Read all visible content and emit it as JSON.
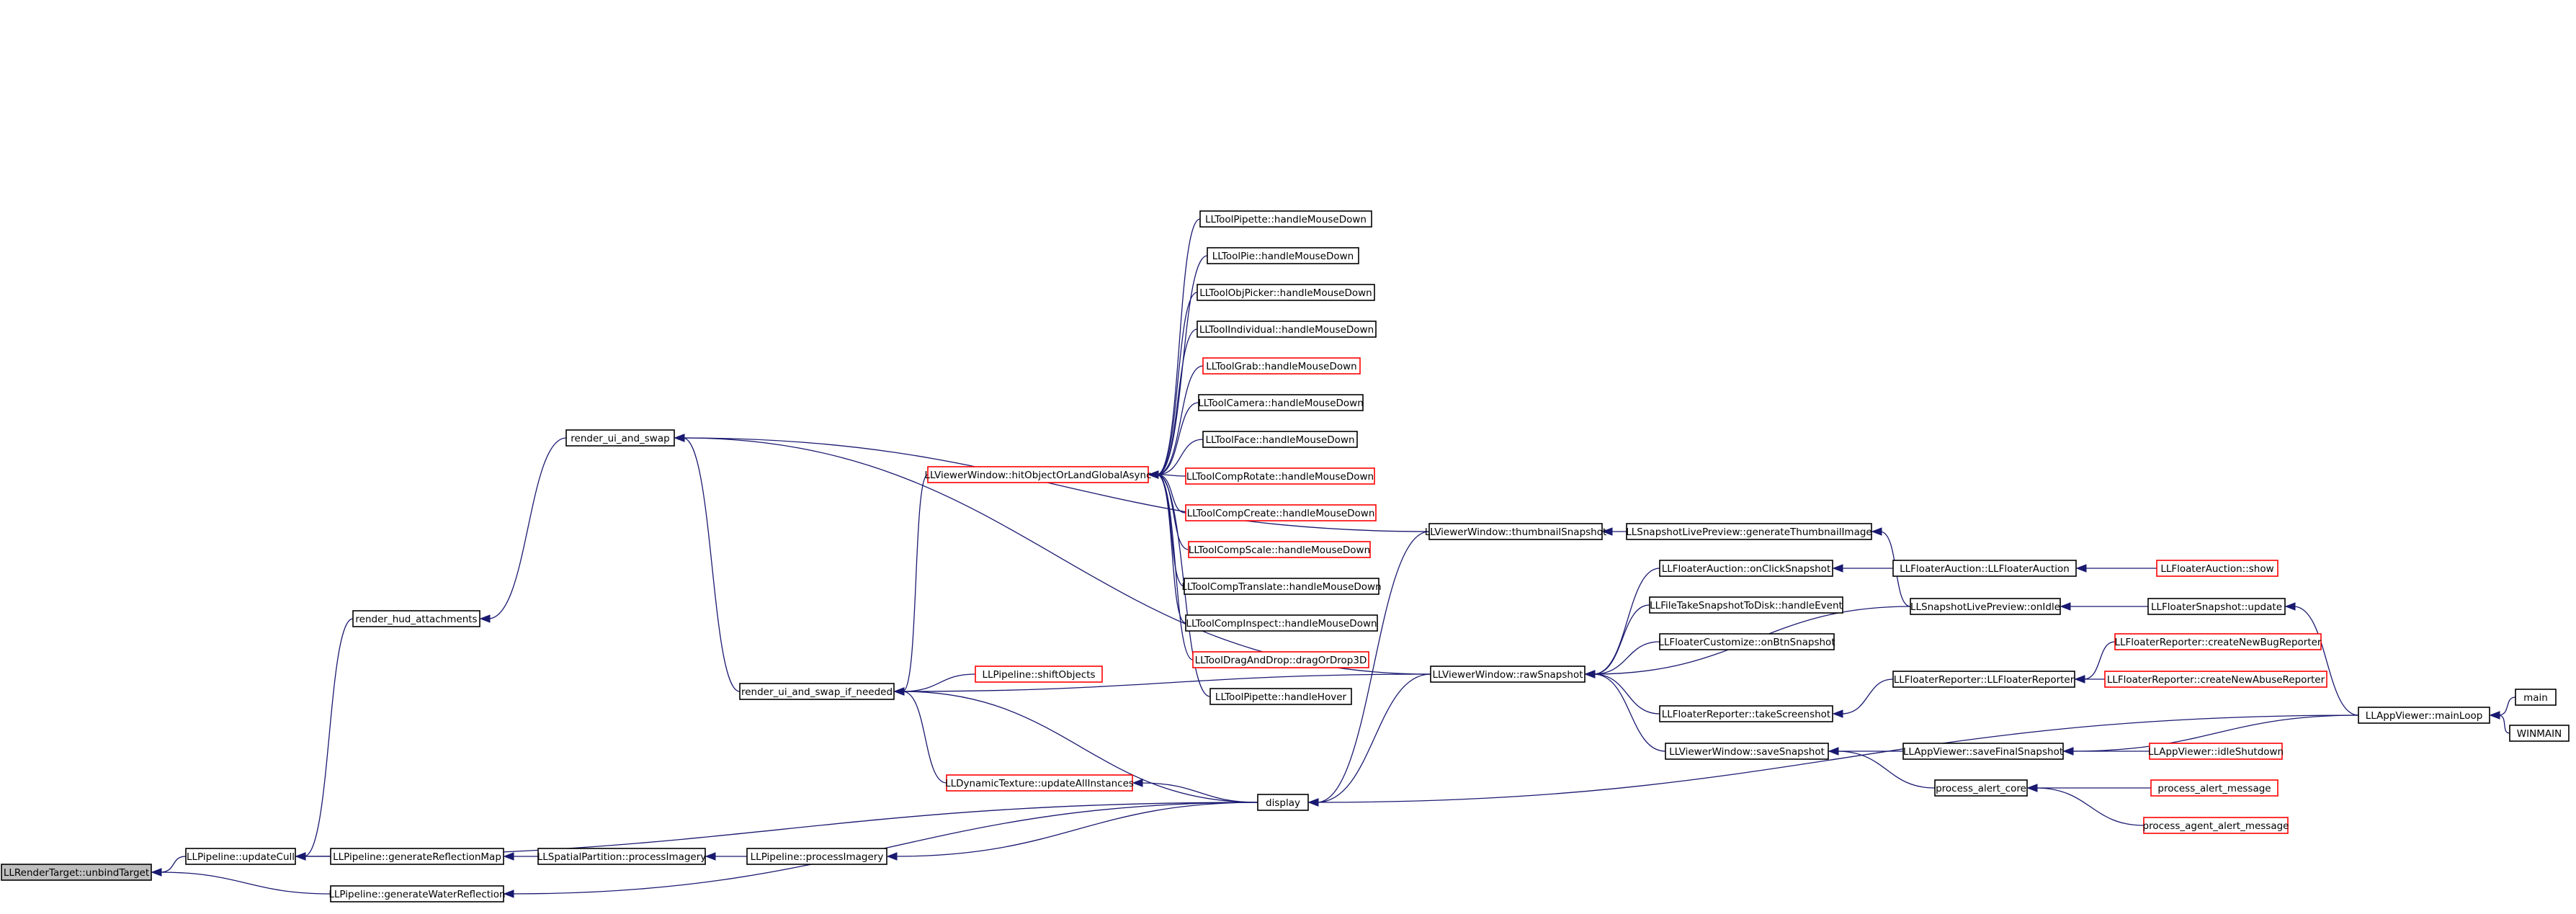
{
  "colors": {
    "edge": "#191970",
    "node_border": "#000000",
    "node_border_truncated": "#ff0000",
    "root_fill": "#bfbfbf",
    "node_fill": "#ffffff"
  },
  "nodes": [
    {
      "id": "n0",
      "label": "LLRenderTarget::unbindTarget",
      "kind": "root"
    },
    {
      "id": "n1",
      "label": "LLPipeline::updateCull",
      "kind": "normal"
    },
    {
      "id": "n2",
      "label": "LLPipeline::generateWaterReflection",
      "kind": "normal"
    },
    {
      "id": "n3",
      "label": "render_hud_attachments",
      "kind": "normal"
    },
    {
      "id": "n4",
      "label": "LLPipeline::generateReflectionMap",
      "kind": "normal"
    },
    {
      "id": "n5",
      "label": "LLSpatialPartition::processImagery",
      "kind": "normal"
    },
    {
      "id": "n6",
      "label": "LLPipeline::processImagery",
      "kind": "normal"
    },
    {
      "id": "n7",
      "label": "render_ui_and_swap",
      "kind": "normal"
    },
    {
      "id": "n8",
      "label": "render_ui_and_swap_if_needed",
      "kind": "normal"
    },
    {
      "id": "n9",
      "label": "LLViewerWindow::hitObjectOrLandGlobalAsync",
      "kind": "truncated"
    },
    {
      "id": "n10",
      "label": "LLPipeline::shiftObjects",
      "kind": "truncated"
    },
    {
      "id": "n11",
      "label": "LLDynamicTexture::updateAllInstances",
      "kind": "truncated"
    },
    {
      "id": "n12",
      "label": "display",
      "kind": "normal"
    },
    {
      "id": "n13",
      "label": "LLToolPipette::handleMouseDown",
      "kind": "normal"
    },
    {
      "id": "n14",
      "label": "LLToolPie::handleMouseDown",
      "kind": "normal"
    },
    {
      "id": "n15",
      "label": "LLToolObjPicker::handleMouseDown",
      "kind": "normal"
    },
    {
      "id": "n16",
      "label": "LLToolIndividual::handleMouseDown",
      "kind": "normal"
    },
    {
      "id": "n17",
      "label": "LLToolGrab::handleMouseDown",
      "kind": "truncated"
    },
    {
      "id": "n18",
      "label": "LLToolCamera::handleMouseDown",
      "kind": "normal"
    },
    {
      "id": "n19",
      "label": "LLToolFace::handleMouseDown",
      "kind": "normal"
    },
    {
      "id": "n20",
      "label": "LLToolCompRotate::handleMouseDown",
      "kind": "truncated"
    },
    {
      "id": "n21",
      "label": "LLToolCompCreate::handleMouseDown",
      "kind": "truncated"
    },
    {
      "id": "n22",
      "label": "LLToolCompScale::handleMouseDown",
      "kind": "truncated"
    },
    {
      "id": "n23",
      "label": "LLToolCompTranslate::handleMouseDown",
      "kind": "normal"
    },
    {
      "id": "n24",
      "label": "LLToolCompInspect::handleMouseDown",
      "kind": "normal"
    },
    {
      "id": "n25",
      "label": "LLToolDragAndDrop::dragOrDrop3D",
      "kind": "truncated"
    },
    {
      "id": "n26",
      "label": "LLToolPipette::handleHover",
      "kind": "normal"
    },
    {
      "id": "n27",
      "label": "LLViewerWindow::thumbnailSnapshot",
      "kind": "normal"
    },
    {
      "id": "n28",
      "label": "LLViewerWindow::rawSnapshot",
      "kind": "normal"
    },
    {
      "id": "n29",
      "label": "LLSnapshotLivePreview::generateThumbnailImage",
      "kind": "normal"
    },
    {
      "id": "n30",
      "label": "LLFloaterAuction::onClickSnapshot",
      "kind": "normal"
    },
    {
      "id": "n31",
      "label": "LLFileTakeSnapshotToDisk::handleEvent",
      "kind": "normal"
    },
    {
      "id": "n32",
      "label": "LLFloaterCustomize::onBtnSnapshot",
      "kind": "normal"
    },
    {
      "id": "n33",
      "label": "LLFloaterReporter::takeScreenshot",
      "kind": "normal"
    },
    {
      "id": "n34",
      "label": "LLViewerWindow::saveSnapshot",
      "kind": "normal"
    },
    {
      "id": "n35",
      "label": "LLFloaterAuction::LLFloaterAuction",
      "kind": "normal"
    },
    {
      "id": "n36",
      "label": "LLSnapshotLivePreview::onIdle",
      "kind": "normal"
    },
    {
      "id": "n37",
      "label": "LLFloaterReporter::LLFloaterReporter",
      "kind": "normal"
    },
    {
      "id": "n38",
      "label": "LLAppViewer::saveFinalSnapshot",
      "kind": "normal"
    },
    {
      "id": "n39",
      "label": "process_alert_core",
      "kind": "normal"
    },
    {
      "id": "n40",
      "label": "LLFloaterAuction::show",
      "kind": "truncated"
    },
    {
      "id": "n41",
      "label": "LLFloaterSnapshot::update",
      "kind": "normal"
    },
    {
      "id": "n42",
      "label": "LLFloaterReporter::createNewBugReporter",
      "kind": "truncated"
    },
    {
      "id": "n43",
      "label": "LLFloaterReporter::createNewAbuseReporter",
      "kind": "truncated"
    },
    {
      "id": "n44",
      "label": "LLAppViewer::idleShutdown",
      "kind": "truncated"
    },
    {
      "id": "n45",
      "label": "process_alert_message",
      "kind": "truncated"
    },
    {
      "id": "n46",
      "label": "process_agent_alert_message",
      "kind": "truncated"
    },
    {
      "id": "n47",
      "label": "LLAppViewer::mainLoop",
      "kind": "normal"
    },
    {
      "id": "n48",
      "label": "main",
      "kind": "normal"
    },
    {
      "id": "n49",
      "label": "WINMAIN",
      "kind": "normal"
    }
  ],
  "edges": [
    {
      "from": "n1",
      "to": "n0"
    },
    {
      "from": "n2",
      "to": "n0"
    },
    {
      "from": "n3",
      "to": "n1"
    },
    {
      "from": "n4",
      "to": "n1"
    },
    {
      "from": "n12",
      "to": "n1"
    },
    {
      "from": "n12",
      "to": "n2"
    },
    {
      "from": "n5",
      "to": "n4"
    },
    {
      "from": "n6",
      "to": "n5"
    },
    {
      "from": "n12",
      "to": "n6"
    },
    {
      "from": "n7",
      "to": "n3"
    },
    {
      "from": "n8",
      "to": "n7"
    },
    {
      "from": "n28",
      "to": "n7"
    },
    {
      "from": "n27",
      "to": "n7"
    },
    {
      "from": "n9",
      "to": "n8"
    },
    {
      "from": "n10",
      "to": "n8"
    },
    {
      "from": "n11",
      "to": "n8"
    },
    {
      "from": "n12",
      "to": "n8"
    },
    {
      "from": "n28",
      "to": "n8"
    },
    {
      "from": "n13",
      "to": "n9"
    },
    {
      "from": "n14",
      "to": "n9"
    },
    {
      "from": "n15",
      "to": "n9"
    },
    {
      "from": "n16",
      "to": "n9"
    },
    {
      "from": "n17",
      "to": "n9"
    },
    {
      "from": "n18",
      "to": "n9"
    },
    {
      "from": "n19",
      "to": "n9"
    },
    {
      "from": "n20",
      "to": "n9"
    },
    {
      "from": "n21",
      "to": "n9"
    },
    {
      "from": "n22",
      "to": "n9"
    },
    {
      "from": "n23",
      "to": "n9"
    },
    {
      "from": "n24",
      "to": "n9"
    },
    {
      "from": "n25",
      "to": "n9"
    },
    {
      "from": "n26",
      "to": "n9"
    },
    {
      "from": "n12",
      "to": "n11"
    },
    {
      "from": "n27",
      "to": "n12"
    },
    {
      "from": "n28",
      "to": "n12"
    },
    {
      "from": "n47",
      "to": "n12"
    },
    {
      "from": "n29",
      "to": "n27"
    },
    {
      "from": "n30",
      "to": "n28"
    },
    {
      "from": "n31",
      "to": "n28"
    },
    {
      "from": "n32",
      "to": "n28"
    },
    {
      "from": "n33",
      "to": "n28"
    },
    {
      "from": "n34",
      "to": "n28"
    },
    {
      "from": "n36",
      "to": "n28"
    },
    {
      "from": "n36",
      "to": "n29"
    },
    {
      "from": "n35",
      "to": "n30"
    },
    {
      "from": "n37",
      "to": "n33"
    },
    {
      "from": "n38",
      "to": "n34"
    },
    {
      "from": "n39",
      "to": "n34"
    },
    {
      "from": "n40",
      "to": "n35"
    },
    {
      "from": "n41",
      "to": "n36"
    },
    {
      "from": "n42",
      "to": "n37"
    },
    {
      "from": "n43",
      "to": "n37"
    },
    {
      "from": "n44",
      "to": "n38"
    },
    {
      "from": "n47",
      "to": "n38"
    },
    {
      "from": "n45",
      "to": "n39"
    },
    {
      "from": "n46",
      "to": "n39"
    },
    {
      "from": "n47",
      "to": "n41"
    },
    {
      "from": "n48",
      "to": "n47"
    },
    {
      "from": "n49",
      "to": "n47"
    }
  ]
}
